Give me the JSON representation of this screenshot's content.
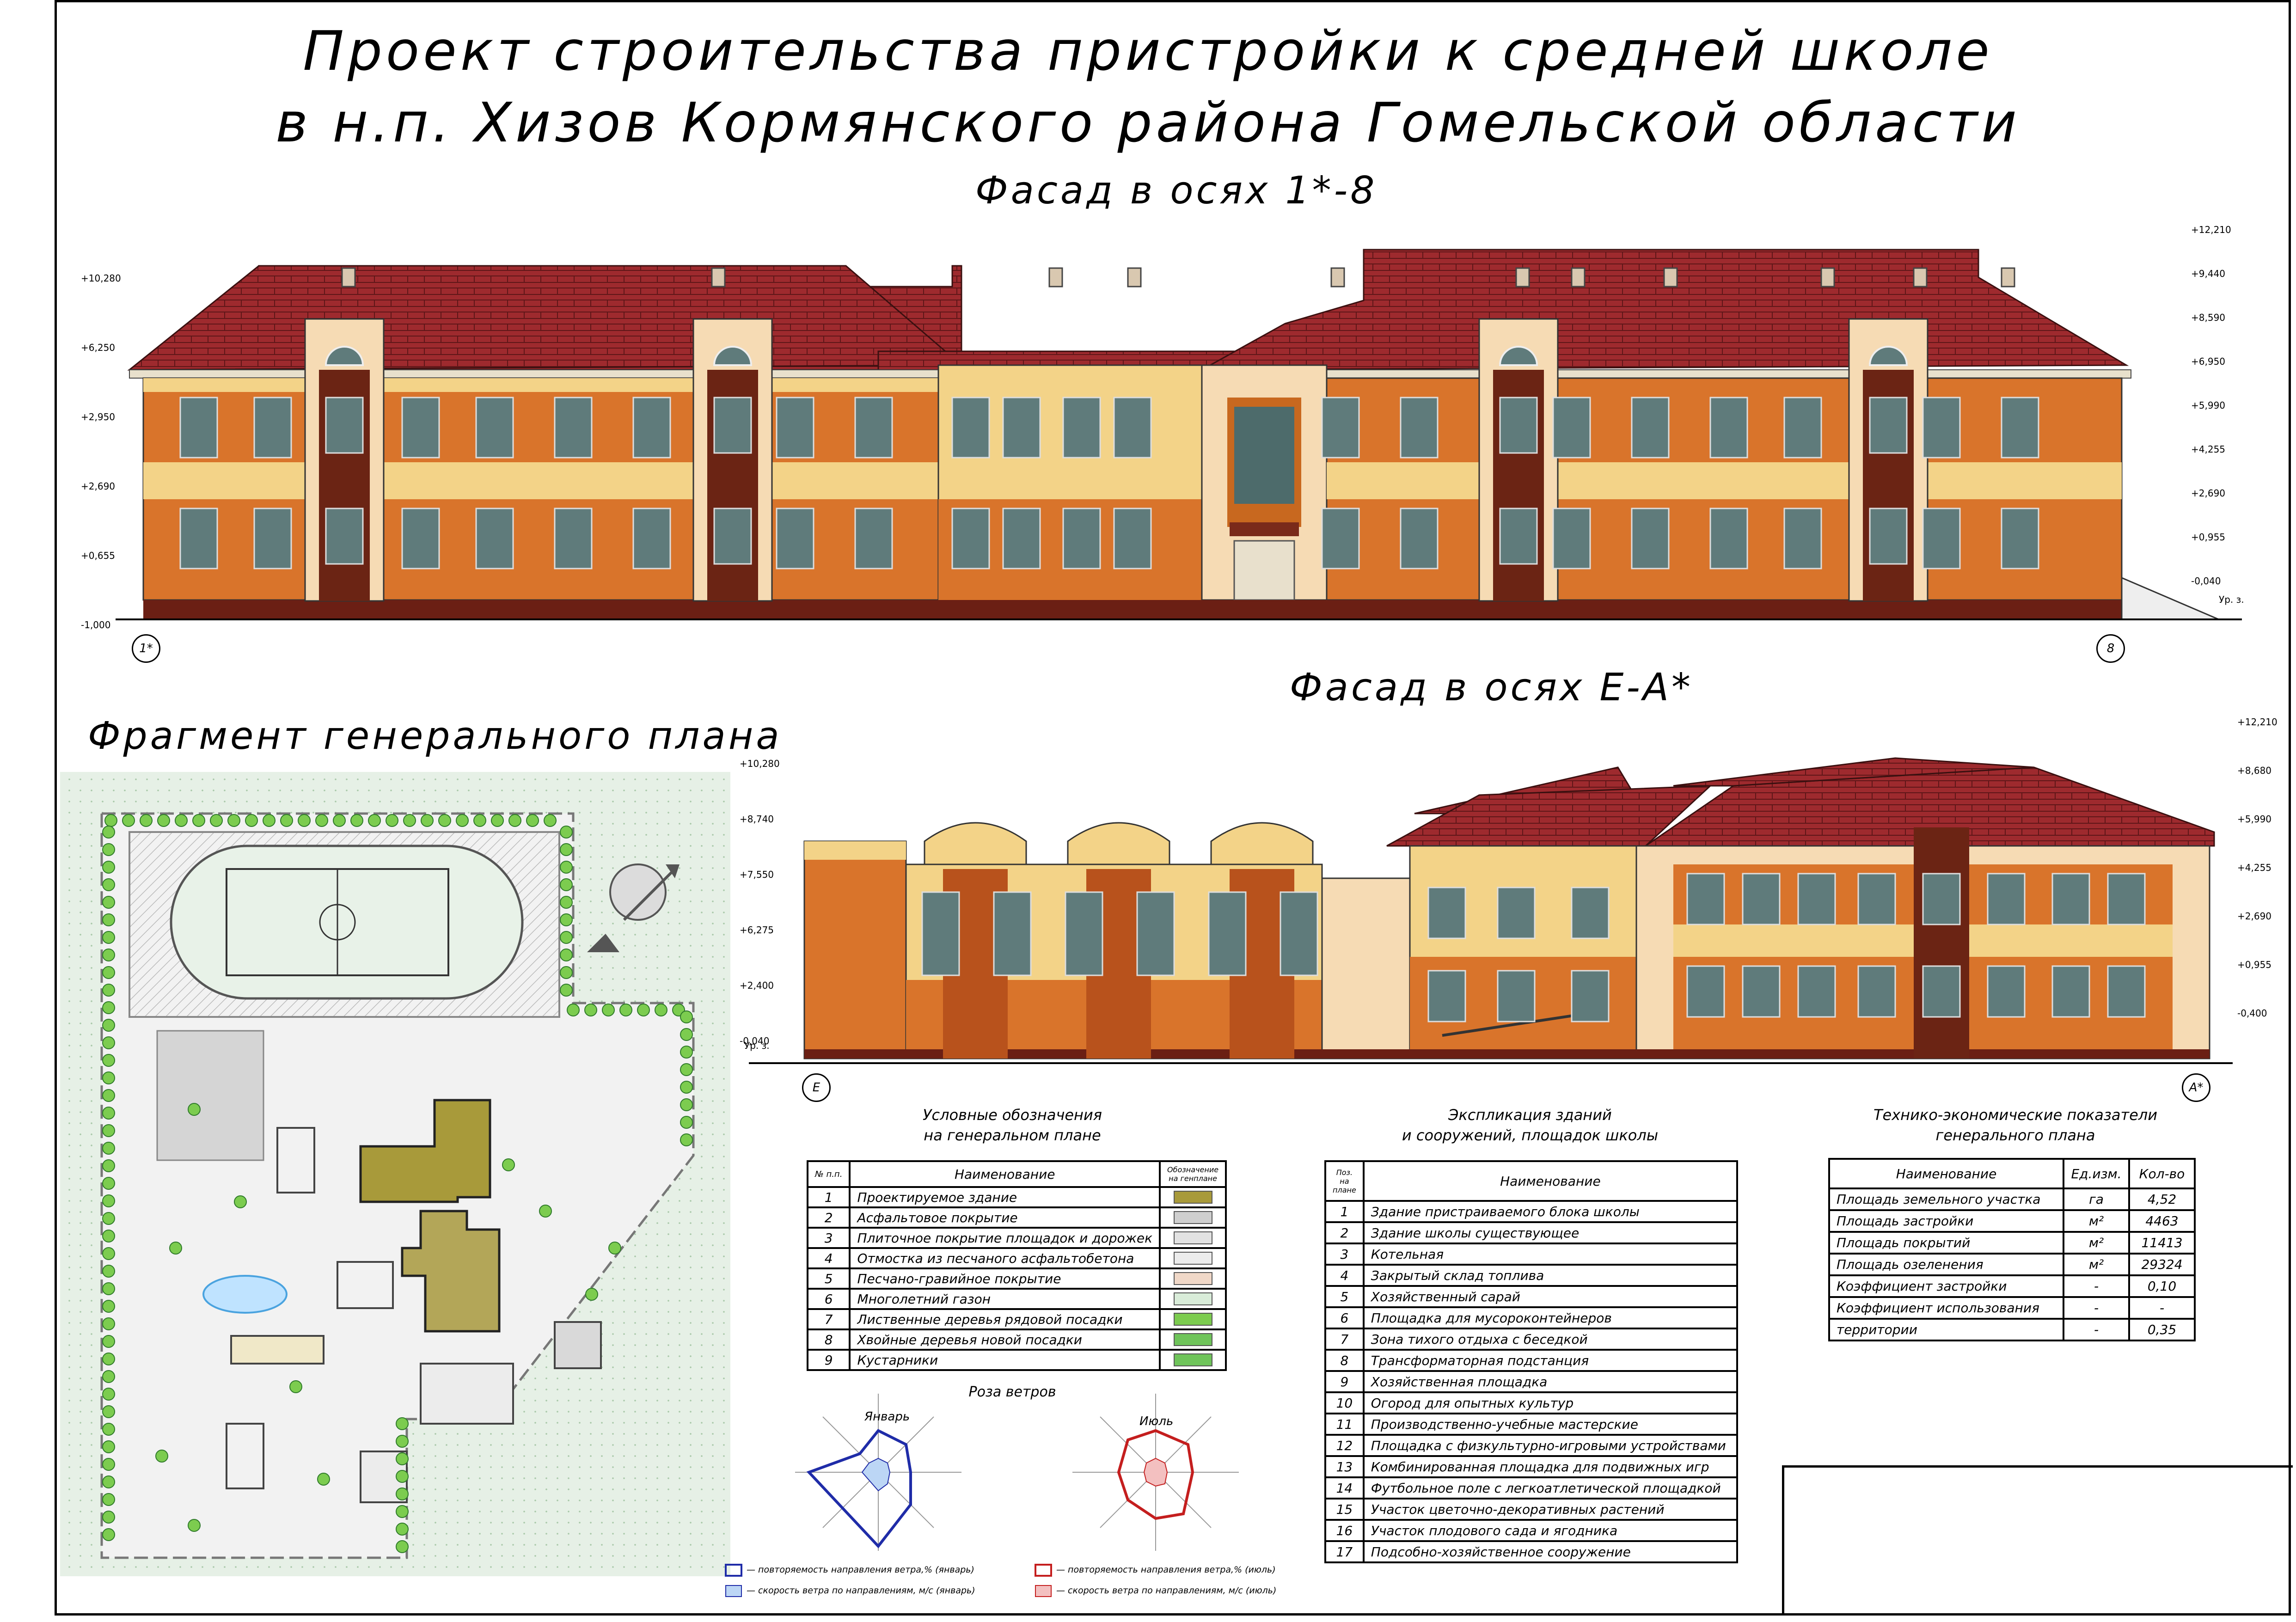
{
  "title": {
    "line1": "Проект строительства пристройки к средней школе",
    "line2": "в н.п. Хизов Кормянского района Гомельской области"
  },
  "facade1": {
    "title": "Фасад в осях 1*-8",
    "axis_left": "1*",
    "axis_right": "8",
    "marks_left": [
      "+10,280",
      "+6,250",
      "+2,950",
      "+2,690",
      "+0,655",
      "-1,000"
    ],
    "marks_right": [
      "+12,210",
      "+9,440",
      "+8,590",
      "+6,950",
      "+5,990",
      "+4,255",
      "+2,690",
      "+0,955",
      "-0,040"
    ],
    "ground_label": "Ур. з."
  },
  "facade2": {
    "title": "Фасад в осях Е-А*",
    "axis_left": "Е",
    "axis_right": "А*",
    "marks_left": [
      "+10,280",
      "+8,740",
      "+7,550",
      "+6,275",
      "+2,400",
      "-0,040"
    ],
    "marks_right": [
      "+12,210",
      "+8,680",
      "+5,990",
      "+4,255",
      "+2,690",
      "+0,955",
      "-0,400"
    ],
    "ground_label": "Ур. з."
  },
  "site_plan": {
    "title": "Фрагмент генерального плана"
  },
  "legend": {
    "caption1": "Условные обозначения",
    "caption2": "на генеральном плане",
    "headers": [
      "№ п.п.",
      "Наименование",
      "Обозначение на генплане"
    ],
    "rows": [
      {
        "n": "1",
        "name": "Проектируемое здание",
        "color": "#a89a3a"
      },
      {
        "n": "2",
        "name": "Асфальтовое покрытие",
        "color": "#cfcfcf"
      },
      {
        "n": "3",
        "name": "Плиточное покрытие площадок и дорожек",
        "color": "#e2e2e2"
      },
      {
        "n": "4",
        "name": "Отмостка из песчаного асфальтобетона",
        "color": "#ececec"
      },
      {
        "n": "5",
        "name": "Песчано-гравийное покрытие",
        "color": "#f0d8c8"
      },
      {
        "n": "6",
        "name": "Многолетний газон",
        "color": "#d9ecd9"
      },
      {
        "n": "7",
        "name": "Лиственные деревья рядовой посадки",
        "color": "#7ccc4f"
      },
      {
        "n": "8",
        "name": "Хвойные деревья новой посадки",
        "color": "#6fc45a"
      },
      {
        "n": "9",
        "name": "Кустарники",
        "color": "#6fc45a"
      }
    ]
  },
  "explication": {
    "caption1": "Экспликация зданий",
    "caption2": "и сооружений, площадок школы",
    "headers": [
      "Поз. на плане",
      "Наименование"
    ],
    "rows": [
      {
        "n": "1",
        "name": "Здание пристраиваемого блока школы"
      },
      {
        "n": "2",
        "name": "Здание школы существующее"
      },
      {
        "n": "3",
        "name": "Котельная"
      },
      {
        "n": "4",
        "name": "Закрытый склад топлива"
      },
      {
        "n": "5",
        "name": "Хозяйственный сарай"
      },
      {
        "n": "6",
        "name": "Площадка для мусороконтейнеров"
      },
      {
        "n": "7",
        "name": "Зона тихого отдыха с беседкой"
      },
      {
        "n": "8",
        "name": "Трансформаторная подстанция"
      },
      {
        "n": "9",
        "name": "Хозяйственная площадка"
      },
      {
        "n": "10",
        "name": "Огород для опытных культур"
      },
      {
        "n": "11",
        "name": "Производственно-учебные мастерские"
      },
      {
        "n": "12",
        "name": "Площадка с физкультурно-игровыми устройствами"
      },
      {
        "n": "13",
        "name": "Комбинированная площадка для подвижных игр"
      },
      {
        "n": "14",
        "name": "Футбольное поле с легкоатлетической площадкой"
      },
      {
        "n": "15",
        "name": "Участок цветочно-декоративных растений"
      },
      {
        "n": "16",
        "name": "Участок плодового сада и ягодника"
      },
      {
        "n": "17",
        "name": "Подсобно-хозяйственное сооружение"
      }
    ]
  },
  "tep": {
    "caption1": "Технико-экономические показатели",
    "caption2": "генерального плана",
    "headers": [
      "Наименование",
      "Ед.изм.",
      "Кол-во"
    ],
    "rows": [
      {
        "name": "Площадь земельного участка",
        "unit": "га",
        "value": "4,52"
      },
      {
        "name": "Площадь застройки",
        "unit": "м²",
        "value": "4463"
      },
      {
        "name": "Площадь покрытий",
        "unit": "м²",
        "value": "11413"
      },
      {
        "name": "Площадь озеленения",
        "unit": "м²",
        "value": "29324"
      },
      {
        "name": "Коэффициент застройки",
        "unit": "-",
        "value": "0,10"
      },
      {
        "name": "Коэффициент использования",
        "unit": "-",
        "value": "-"
      },
      {
        "name": "территории",
        "unit": "-",
        "value": "0,35"
      }
    ]
  },
  "windrose": {
    "title": "Роза ветров",
    "january": "Январь",
    "july": "Июль",
    "legend_jan_freq": "— повторяемость направления ветра,% (январь)",
    "legend_jan_speed": "— скорость ветра по направлениям, м/с (январь)",
    "legend_jul_freq": "— повторяемость направления ветра,% (июль)",
    "legend_jul_speed": "— скорость ветра по направлениям, м/с (июль)",
    "colors": {
      "january": "#1f2ca8",
      "july": "#c41e1e"
    }
  }
}
